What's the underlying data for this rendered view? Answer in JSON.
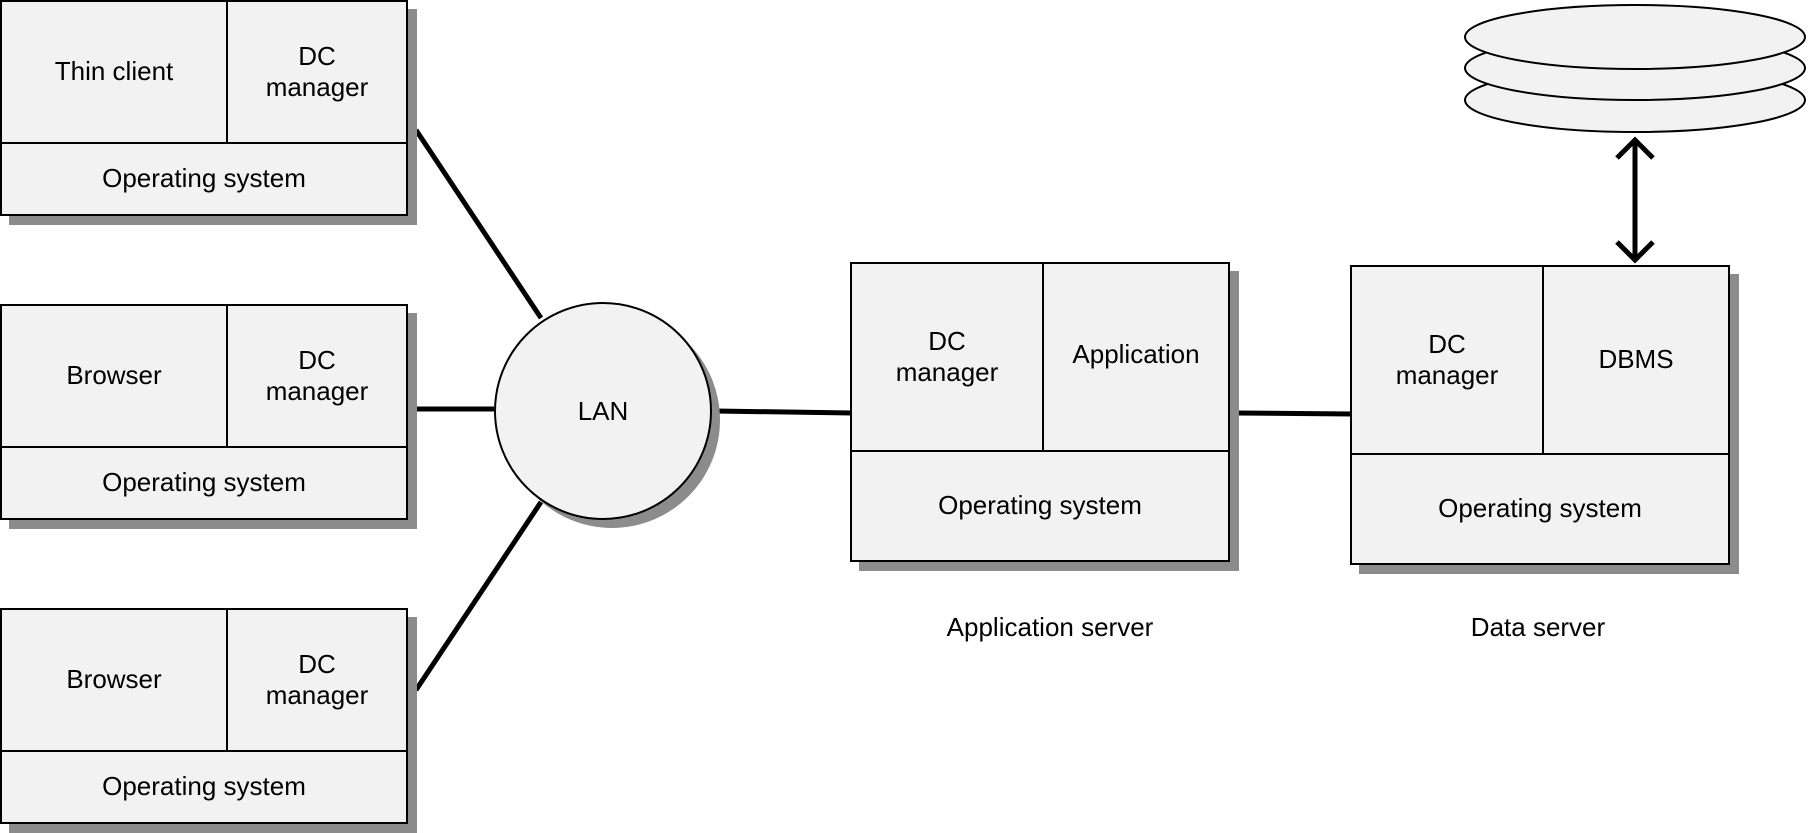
{
  "clients": [
    {
      "top_label": "Thin client",
      "dc_label": "DC\nmanager",
      "os_label": "Operating system"
    },
    {
      "top_label": "Browser",
      "dc_label": "DC\nmanager",
      "os_label": "Operating system"
    },
    {
      "top_label": "Browser",
      "dc_label": "DC\nmanager",
      "os_label": "Operating system"
    }
  ],
  "lan": {
    "label": "LAN"
  },
  "app_server": {
    "dc_label": "DC\nmanager",
    "app_label": "Application",
    "os_label": "Operating system",
    "caption": "Application server"
  },
  "data_server": {
    "dc_label": "DC\nmanager",
    "dbms_label": "DBMS",
    "os_label": "Operating system",
    "caption": "Data server"
  },
  "colors": {
    "box_fill": "#f2f2f2",
    "shadow": "#8c8c8c",
    "line": "#000000"
  },
  "icons": {
    "database": "disk-stack-icon",
    "arrow": "double-arrow-icon"
  }
}
